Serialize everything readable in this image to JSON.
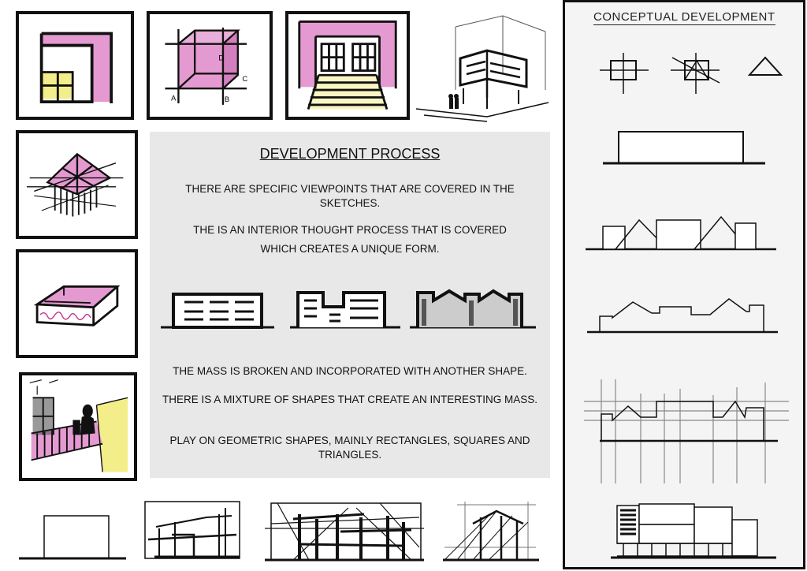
{
  "center": {
    "title": "DEVELOPMENT PROCESS",
    "p1": "THERE ARE SPECIFIC VIEWPOINTS THAT ARE COVERED IN THE SKETCHES.",
    "p2a": "THE IS AN INTERIOR THOUGHT PROCESS THAT IS COVERED",
    "p2b": "WHICH CREATES A UNIQUE FORM.",
    "p3": "THE MASS IS BROKEN AND INCORPORATED WITH ANOTHER SHAPE.",
    "p4": "THERE IS A MIXTURE OF SHAPES THAT CREATE AN INTERESTING MASS.",
    "p5": "PLAY ON GEOMETRIC SHAPES, MAINLY RECTANGLES, SQUARES AND TRIANGLES."
  },
  "concept": {
    "title": "CONCEPTUAL DEVELOPMENT"
  },
  "sketch_labels": {
    "a": "A",
    "b": "B",
    "c": "C",
    "d": "D"
  },
  "colors": {
    "pink": "#e49ad0",
    "yellow": "#f4ee8a",
    "panel": "#e8e8e8",
    "ink": "#111111"
  }
}
